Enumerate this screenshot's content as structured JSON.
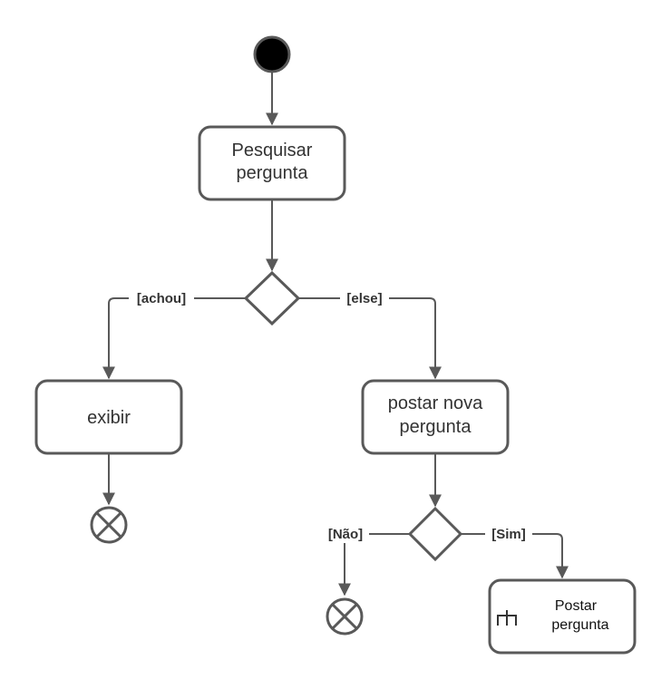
{
  "nodes": {
    "pesquisar": {
      "line1": "Pesquisar",
      "line2": "pergunta"
    },
    "exibir": {
      "label": "exibir"
    },
    "postar_nova": {
      "line1": "postar nova",
      "line2": "pergunta"
    },
    "postar_pergunta": {
      "line1": "Postar",
      "line2": "pergunta"
    }
  },
  "guards": {
    "achou": "[achou]",
    "else": "[else]",
    "nao": "[Não]",
    "sim": "[Sim]"
  },
  "colors": {
    "stroke": "#595959",
    "initial_node": "#000000"
  }
}
